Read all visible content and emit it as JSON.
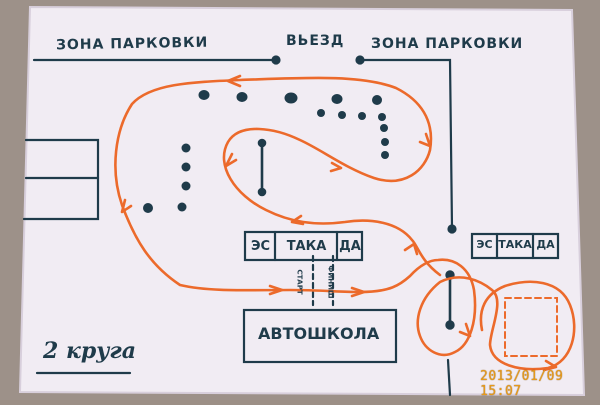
{
  "labels": {
    "parking_left": "ЗОНА ПАРКОВКИ",
    "exit": "ВЬЕЗД",
    "parking_right": "ЗОНА ПАРКОВКИ",
    "laps": "2 круга",
    "driving_school": "АВТОШКОЛА",
    "start": "СТАРТ",
    "finish": "ФИНИШ"
  },
  "estakada_center": [
    "ЭС",
    "ТАКА",
    "ДА"
  ],
  "estakada_right": [
    "ЭС",
    "ТАКА",
    "ДА"
  ],
  "timestamp": "2013/01/09 15:07",
  "colors": {
    "paper": "#f0eaf2",
    "ink": "#1f3b4a",
    "route": "#ec6a2b",
    "stamp": "#e79a1a"
  }
}
